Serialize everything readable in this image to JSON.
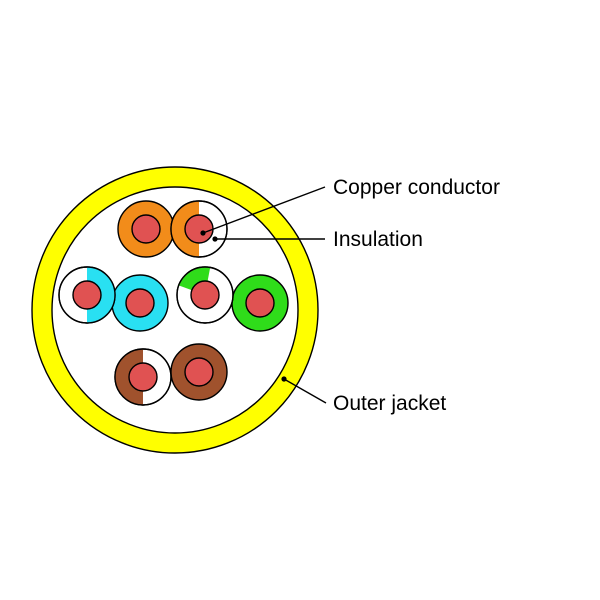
{
  "labels": {
    "conductor": "Copper conductor",
    "insulation": "Insulation",
    "jacket": "Outer jacket"
  },
  "colors": {
    "jacket": "#ffff00",
    "copper": "#e05252",
    "white": "#ffffff",
    "orange": "#f28c1a",
    "blue": "#29e0f2",
    "green": "#2fdc1a",
    "brown": "#a0522d"
  },
  "pairs": [
    {
      "color": "orange",
      "solid_wire": "orange-solid-wire",
      "striped_wire": "orange-white-wire"
    },
    {
      "color": "blue",
      "solid_wire": "blue-solid-wire",
      "striped_wire": "blue-white-wire"
    },
    {
      "color": "green",
      "solid_wire": "green-solid-wire",
      "striped_wire": "green-white-wire"
    },
    {
      "color": "brown",
      "solid_wire": "brown-solid-wire",
      "striped_wire": "brown-white-wire"
    }
  ]
}
